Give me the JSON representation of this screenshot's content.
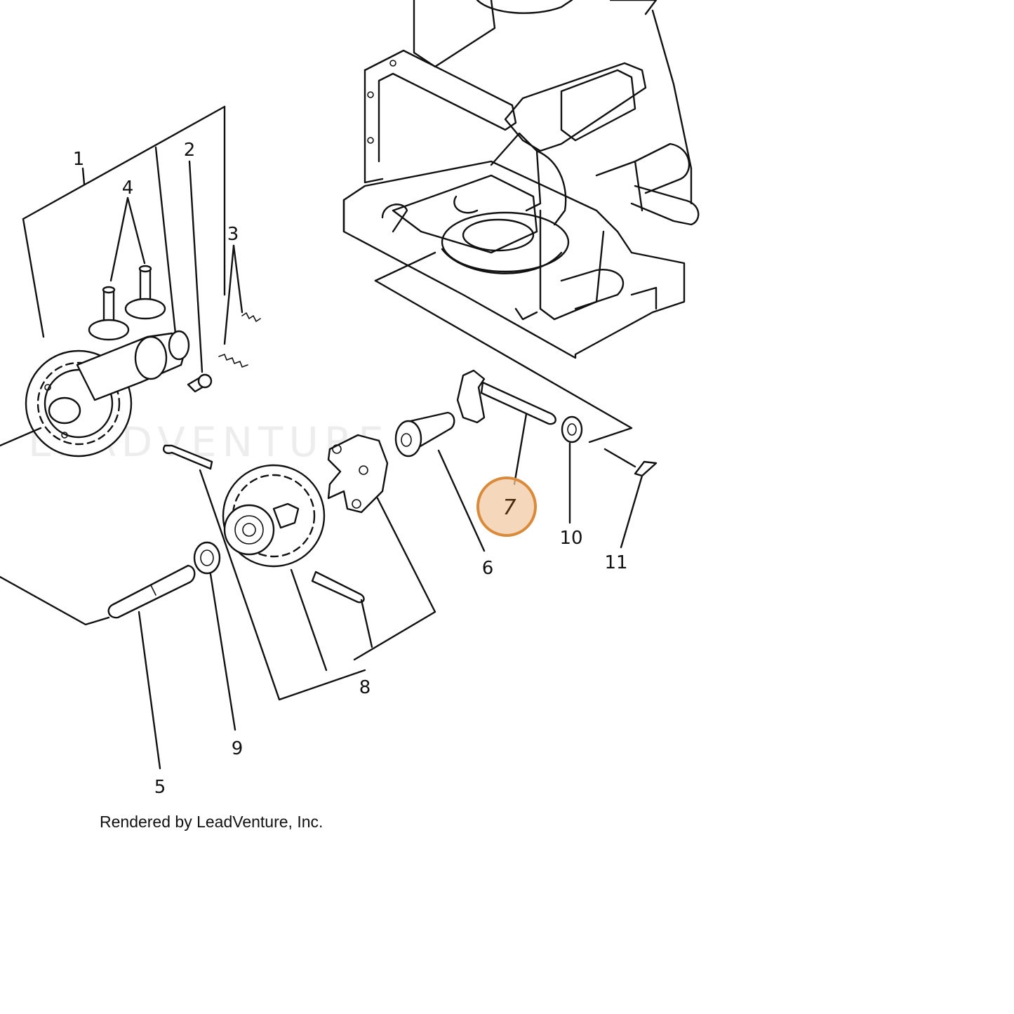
{
  "watermark": "LEADVENTURE",
  "callouts": [
    "1",
    "2",
    "3",
    "4",
    "5",
    "6",
    "7",
    "8",
    "9",
    "10",
    "11"
  ],
  "highlight": {
    "label": "7",
    "color": "#d98a3a",
    "fill": "#f2c9a4"
  },
  "footer": "Rendered by LeadVenture, Inc."
}
